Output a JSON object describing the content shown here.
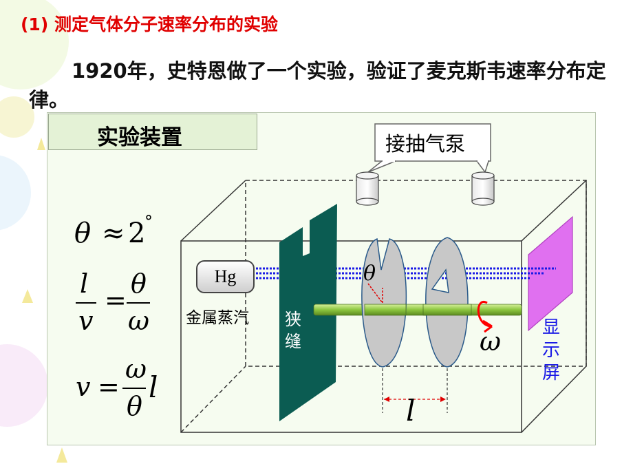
{
  "title": "(1) 测定气体分子速率分布的实验",
  "intro": "1920年，史特恩做了一个实验，验证了麦克斯韦速率分布定律。",
  "apparatus_label": "实验装置",
  "pump_label": "接抽气泵",
  "source_label": "Hg",
  "metal_vapor_label": "金属蒸汽",
  "slit_label": "狭缝",
  "screen_label": "显示屏",
  "symbols": {
    "theta": "θ",
    "omega": "ω",
    "l": "l"
  },
  "formulas": {
    "f1": {
      "lhs": "θ",
      "op": "≈",
      "rhs": "2",
      "sup": "°"
    },
    "f2": {
      "num_l": "l",
      "den_l": "v",
      "op": "=",
      "num_r": "θ",
      "den_r": "ω"
    },
    "f3": {
      "lhs": "v",
      "op": "=",
      "num": "ω",
      "den": "θ",
      "tail": "l"
    }
  },
  "colors": {
    "title": "#e00000",
    "slit": "#0b5c52",
    "screen": "#e070f0",
    "beam": "#1a1ae6",
    "axle": "#8cc63f",
    "disk": "#c8c8c8",
    "rotation_arrow": "#ff0000",
    "screen_text": "#1a1ae6"
  }
}
